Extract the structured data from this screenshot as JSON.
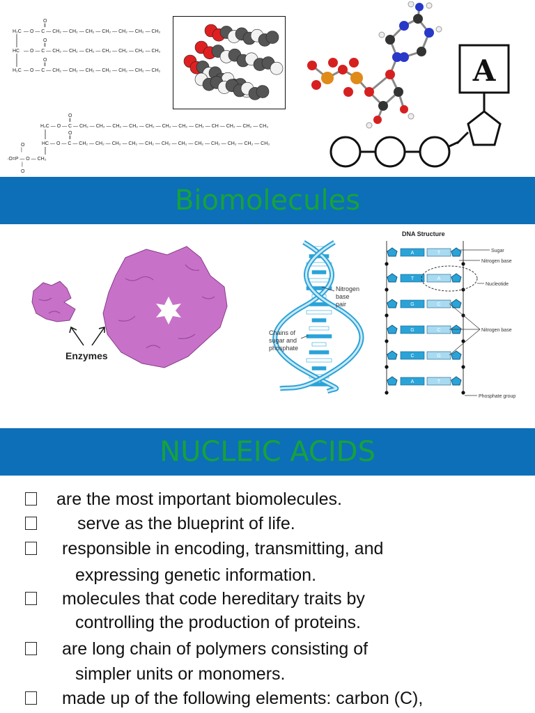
{
  "banner1": "Biomolecules",
  "banner2": "NUCLEIC ACIDS",
  "atp_letter": "A",
  "enzymes_label": "Enzymes",
  "helix": {
    "nitrogen_1": "Nitrogen",
    "nitrogen_2": "base",
    "nitrogen_3": "pair",
    "chains_1": "Chains of",
    "chains_2": "sugar and",
    "chains_3": "phosphate"
  },
  "dna": {
    "title": "DNA Structure",
    "sugar": "Sugar",
    "nitrogen_base_1": "Nitrogen base",
    "nucleotide": "Nucleotide",
    "nitrogen_base_2": "Nitrogen base",
    "phosphate_group": "Phosphate group",
    "pairs": [
      [
        "A",
        "T"
      ],
      [
        "T",
        "A"
      ],
      [
        "G",
        "C"
      ],
      [
        "G",
        "C"
      ],
      [
        "C",
        "G"
      ],
      [
        "A",
        "T"
      ]
    ]
  },
  "colors": {
    "banner": "#0d6fb8",
    "banner_text": "#16a33a",
    "enzyme": "#c772c8",
    "dna_blue": "#2aa3d8"
  },
  "bullets": [
    {
      "l1": "are the most important biomolecules.",
      "l2": ""
    },
    {
      "l1": "serve as the blueprint of life.",
      "l2": ""
    },
    {
      "l1": "responsible in encoding, transmitting, and",
      "l2": "expressing genetic information."
    },
    {
      "l1": "molecules that code hereditary traits by",
      "l2": "controlling the production of proteins."
    },
    {
      "l1": "are long chain of polymers consisting of",
      "l2": "simpler units or monomers."
    },
    {
      "l1": "made up of the following elements: carbon (C),",
      "l2": ""
    }
  ]
}
